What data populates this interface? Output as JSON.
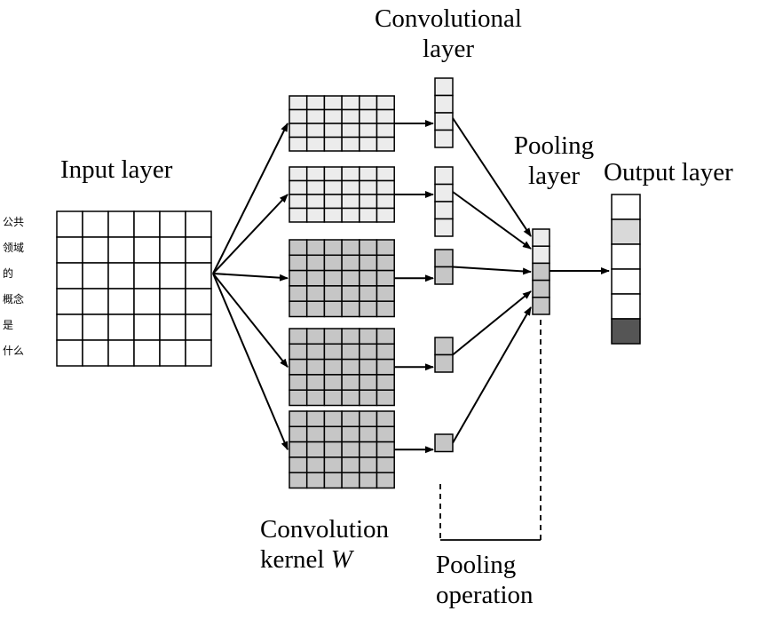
{
  "diagram": {
    "labels": {
      "input": "Input layer",
      "conv_line1": "Convolutional",
      "conv_line2": "layer",
      "pool_line1": "Pooling",
      "pool_line2": "layer",
      "output": "Output layer",
      "kernel_line1": "Convolution",
      "kernel_line2_prefix": "kernel ",
      "kernel_var": "W",
      "pool_op_line1": "Pooling",
      "pool_op_line2": "operation"
    },
    "sentence_lines": [
      "公共",
      "领域",
      "的",
      "概念",
      "是",
      "什么"
    ],
    "input_grid": {
      "rows": 6,
      "cols": 6
    },
    "kernels": [
      {
        "fill": "light"
      },
      {
        "fill": "light"
      },
      {
        "fill": "dark"
      },
      {
        "fill": "dark"
      },
      {
        "fill": "dark"
      }
    ],
    "conv_outputs": [
      {
        "cells": 4,
        "fill": "light"
      },
      {
        "cells": 4,
        "fill": "light"
      },
      {
        "cells": 2,
        "fill": "dark"
      },
      {
        "cells": 2,
        "fill": "dark"
      },
      {
        "cells": 1,
        "fill": "dark"
      }
    ],
    "pooling_cells": [
      "light",
      "light",
      "dark",
      "dark",
      "dark"
    ],
    "output_cells": [
      "white",
      "grey",
      "white",
      "white",
      "white",
      "black"
    ],
    "colors": {
      "light": "#ececec",
      "dark": "#c6c6c6",
      "white": "#ffffff",
      "grey": "#d9d9d9",
      "black": "#555555",
      "stroke": "#000000"
    }
  }
}
